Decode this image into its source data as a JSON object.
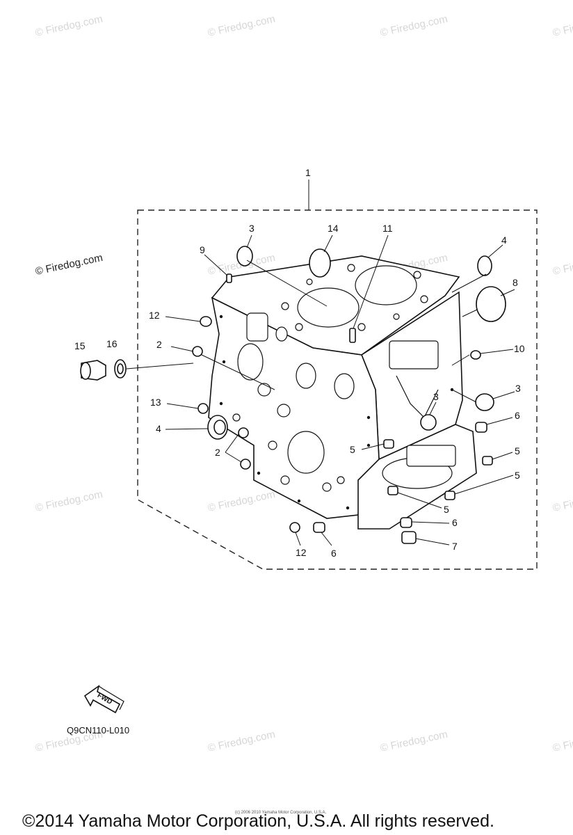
{
  "watermarks": {
    "site": "© Firedog.com",
    "corp": "Yamaha Motor Corp, U.S.A."
  },
  "callouts": [
    {
      "id": "c1",
      "label": "1"
    },
    {
      "id": "c3a",
      "label": "3"
    },
    {
      "id": "c14",
      "label": "14"
    },
    {
      "id": "c11",
      "label": "11"
    },
    {
      "id": "c4a",
      "label": "4"
    },
    {
      "id": "c9",
      "label": "9"
    },
    {
      "id": "c8",
      "label": "8"
    },
    {
      "id": "c12a",
      "label": "12"
    },
    {
      "id": "c15",
      "label": "15"
    },
    {
      "id": "c16",
      "label": "16"
    },
    {
      "id": "c2a",
      "label": "2"
    },
    {
      "id": "c10",
      "label": "10"
    },
    {
      "id": "c3b",
      "label": "3"
    },
    {
      "id": "c13",
      "label": "13"
    },
    {
      "id": "c3c",
      "label": "3"
    },
    {
      "id": "c6a",
      "label": "6"
    },
    {
      "id": "c4b",
      "label": "4"
    },
    {
      "id": "c2b",
      "label": "2"
    },
    {
      "id": "c5a",
      "label": "5"
    },
    {
      "id": "c5b",
      "label": "5"
    },
    {
      "id": "c5c",
      "label": "5"
    },
    {
      "id": "c5d",
      "label": "5"
    },
    {
      "id": "c6b",
      "label": "6"
    },
    {
      "id": "c7",
      "label": "7"
    },
    {
      "id": "c12b",
      "label": "12"
    },
    {
      "id": "c6c",
      "label": "6"
    }
  ],
  "fwd_label": "FWD",
  "diagram_code": "Q9CN110-L010",
  "small_print": "(c) 2006 2010 Yamaha Motor Corporation, U.S.A.",
  "copyright": "©2014 Yamaha Motor Corporation, U.S.A. All rights reserved."
}
